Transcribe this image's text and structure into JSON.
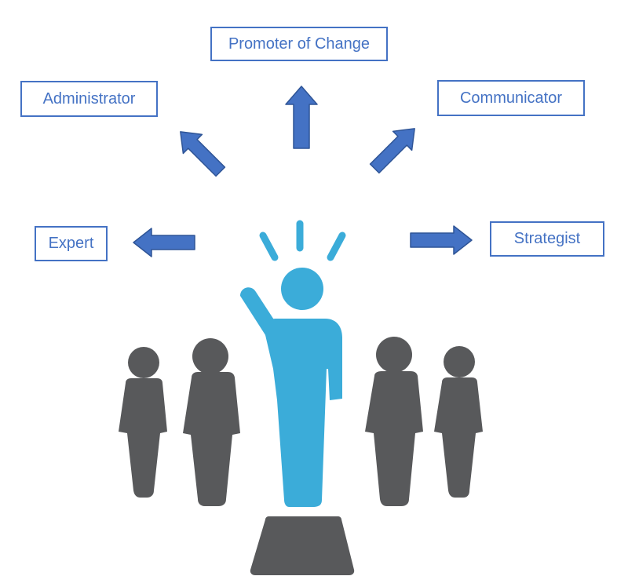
{
  "diagram": {
    "roles": {
      "promoter": "Promoter of Change",
      "administrator": "Administrator",
      "communicator": "Communicator",
      "expert": "Expert",
      "strategist": "Strategist"
    }
  },
  "colors": {
    "box_border": "#4472c4",
    "box_text": "#4472c4",
    "arrow_fill": "#4472c4",
    "arrow_stroke": "#2f5597",
    "leader_figure": "#3bacd9",
    "crowd_figure": "#58595b",
    "podium": "#58595b"
  },
  "icons": [
    "arrow-up-icon",
    "arrow-up-left-icon",
    "arrow-up-right-icon",
    "arrow-left-icon",
    "arrow-right-icon",
    "leader-figure-icon",
    "person-icon",
    "podium-icon"
  ]
}
